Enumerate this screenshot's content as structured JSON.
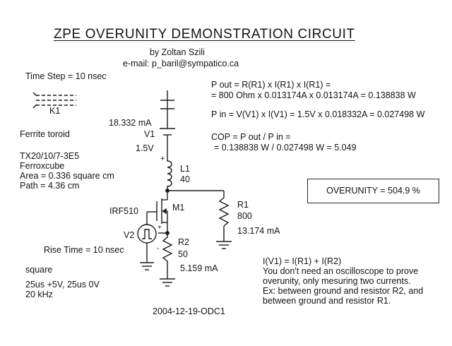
{
  "header": {
    "title": "ZPE  OVERUNITY DEMONSTRATION CIRCUIT",
    "author": "by  Zoltan Szili",
    "email": "e-mail: p_baril@sympatico.ca"
  },
  "sim": {
    "time_step": "Time Step = 10 nsec"
  },
  "k1": {
    "label": "K1"
  },
  "toroid": {
    "type": "Ferrite toroid",
    "model": "TX20/10/7-3E5",
    "maker": "Ferroxcube",
    "area": "Area = 0.336 square cm",
    "path": "Path = 4.36 cm"
  },
  "v1": {
    "current": "18.332 mA",
    "name": "V1",
    "value": "1.5V",
    "plus": "+"
  },
  "l1": {
    "name": "L1",
    "value": "40"
  },
  "m1": {
    "part": "IRF510",
    "name": "M1"
  },
  "r1": {
    "name": "R1",
    "value": "800",
    "current": "13.174 mA"
  },
  "r2": {
    "name": "R2",
    "value": "50",
    "current": "5.159 mA"
  },
  "v2": {
    "name": "V2",
    "plus": "+",
    "minus": "-",
    "rise": "Rise Time = 10 nsec",
    "wave": "square",
    "levels": "25us +5V,  25us 0V",
    "freq": "20 kHz"
  },
  "equations": {
    "pout_1": "P out = R(R1) x I(R1) x I(R1) =",
    "pout_2": "= 800 Ohm x 0.013174A x 0.013174A  = 0.138838 W",
    "pin": "P in = V(V1) x I(V1) = 1.5V x 0.018332A  = 0.027498 W",
    "cop_1": "COP = P out / P in =",
    "cop_2": "= 0.138838 W / 0.027498 W = 5.049"
  },
  "result": {
    "label": "OVERUNITY = 504.9 %"
  },
  "notes": {
    "line1": "I(V1) = I(R1) + I(R2)",
    "line2": "You don't need an oscilloscope to prove",
    "line3": "overunity, only mesuring two currents.",
    "line4": "Ex: between ground and resistor R2, and",
    "line5": "between ground and resistor R1."
  },
  "footer": {
    "code": "2004-12-19-ODC1"
  }
}
